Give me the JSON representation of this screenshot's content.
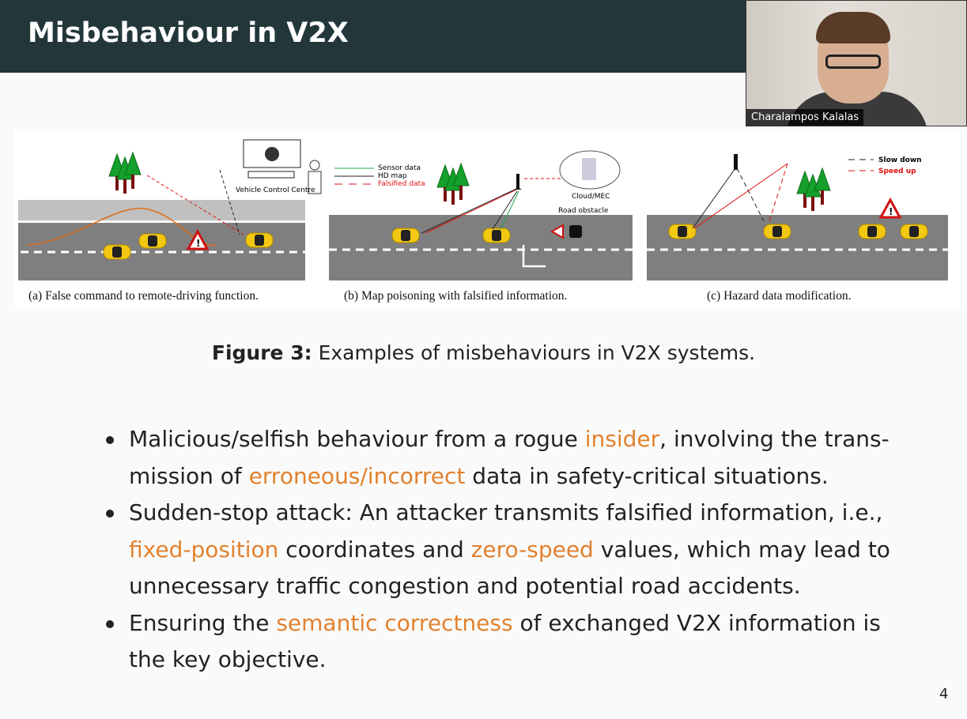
{
  "slide": {
    "title": "Misbehaviour in V2X",
    "page_number": "4"
  },
  "webcam": {
    "participant_name": "Charalampos Kalalas"
  },
  "figure": {
    "panels": [
      {
        "caption": "(a) False command to remote-driving function.",
        "labels": {
          "control_centre": "Vehicle Control Centre"
        }
      },
      {
        "caption": "(b) Map poisoning with falsified information.",
        "legend": [
          "Sensor data",
          "HD map",
          "Falsified data"
        ],
        "labels": {
          "cloud": "Cloud/MEC",
          "obstacle": "Road obstacle"
        }
      },
      {
        "caption": "(c) Hazard data modification.",
        "legend": [
          "Slow down",
          "Speed up"
        ]
      }
    ],
    "caption_prefix": "Figure 3:",
    "caption_text": " Examples of misbehaviours in V2X systems."
  },
  "bullets": [
    {
      "parts": [
        {
          "t": "Malicious/selfish behaviour from a rogue "
        },
        {
          "t": "insider",
          "hl": true
        },
        {
          "t": ", involving the trans-mission of "
        },
        {
          "t": "erroneous/incorrect",
          "hl": true
        },
        {
          "t": " data in safety-critical situations."
        }
      ]
    },
    {
      "parts": [
        {
          "t": "Sudden-stop attack: An attacker transmits falsified information, i.e., "
        },
        {
          "t": "fixed-position",
          "hl": true
        },
        {
          "t": " coordinates and "
        },
        {
          "t": "zero-speed",
          "hl": true
        },
        {
          "t": " values, which may lead to unnecessary traffic congestion and potential road accidents."
        }
      ]
    },
    {
      "parts": [
        {
          "t": "Ensuring the "
        },
        {
          "t": "semantic correctness",
          "hl": true
        },
        {
          "t": " of exchanged V2X information is the key objective."
        }
      ]
    }
  ],
  "colors": {
    "header": "#23373b",
    "highlight": "#e2812e",
    "road": "#7f7f7f",
    "car": "#f2c812",
    "falsified": "#ff0000",
    "sensor": "#1fa34a"
  }
}
